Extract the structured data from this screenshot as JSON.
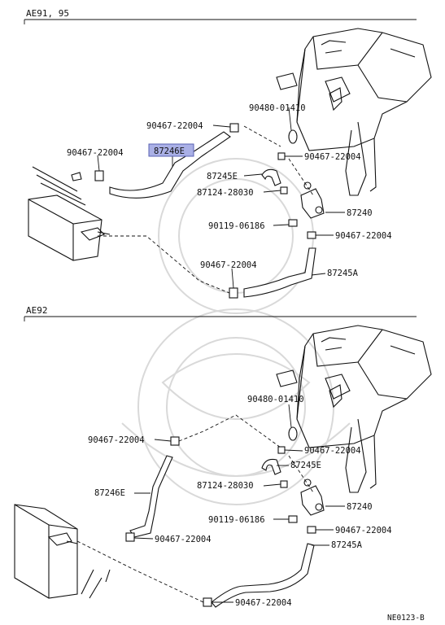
{
  "sections": {
    "top_title": "AE91, 95",
    "bottom_title": "AE92"
  },
  "top_labels": {
    "l1": "90467-22004",
    "l2": "90480-01410",
    "l3": "87246E",
    "l4": "90467-22004",
    "l5": "90467-22004",
    "l6": "87245E",
    "l7": "87124-28030",
    "l8": "87240",
    "l9": "90119-06186",
    "l10": "90467-22004",
    "l11": "90467-22004",
    "l12": "87245A"
  },
  "bottom_labels": {
    "l1": "90480-01410",
    "l2": "90467-22004",
    "l3": "90467-22004",
    "l4": "87245E",
    "l5": "87246E",
    "l6": "87124-28030",
    "l7": "87240",
    "l8": "90119-06186",
    "l9": "90467-22004",
    "l10": "90467-22004",
    "l11": "87245A",
    "l12": "90467-22004"
  },
  "figure_code": "NE0123-B",
  "colors": {
    "highlight": "#aab0e6",
    "ink": "#111111"
  }
}
